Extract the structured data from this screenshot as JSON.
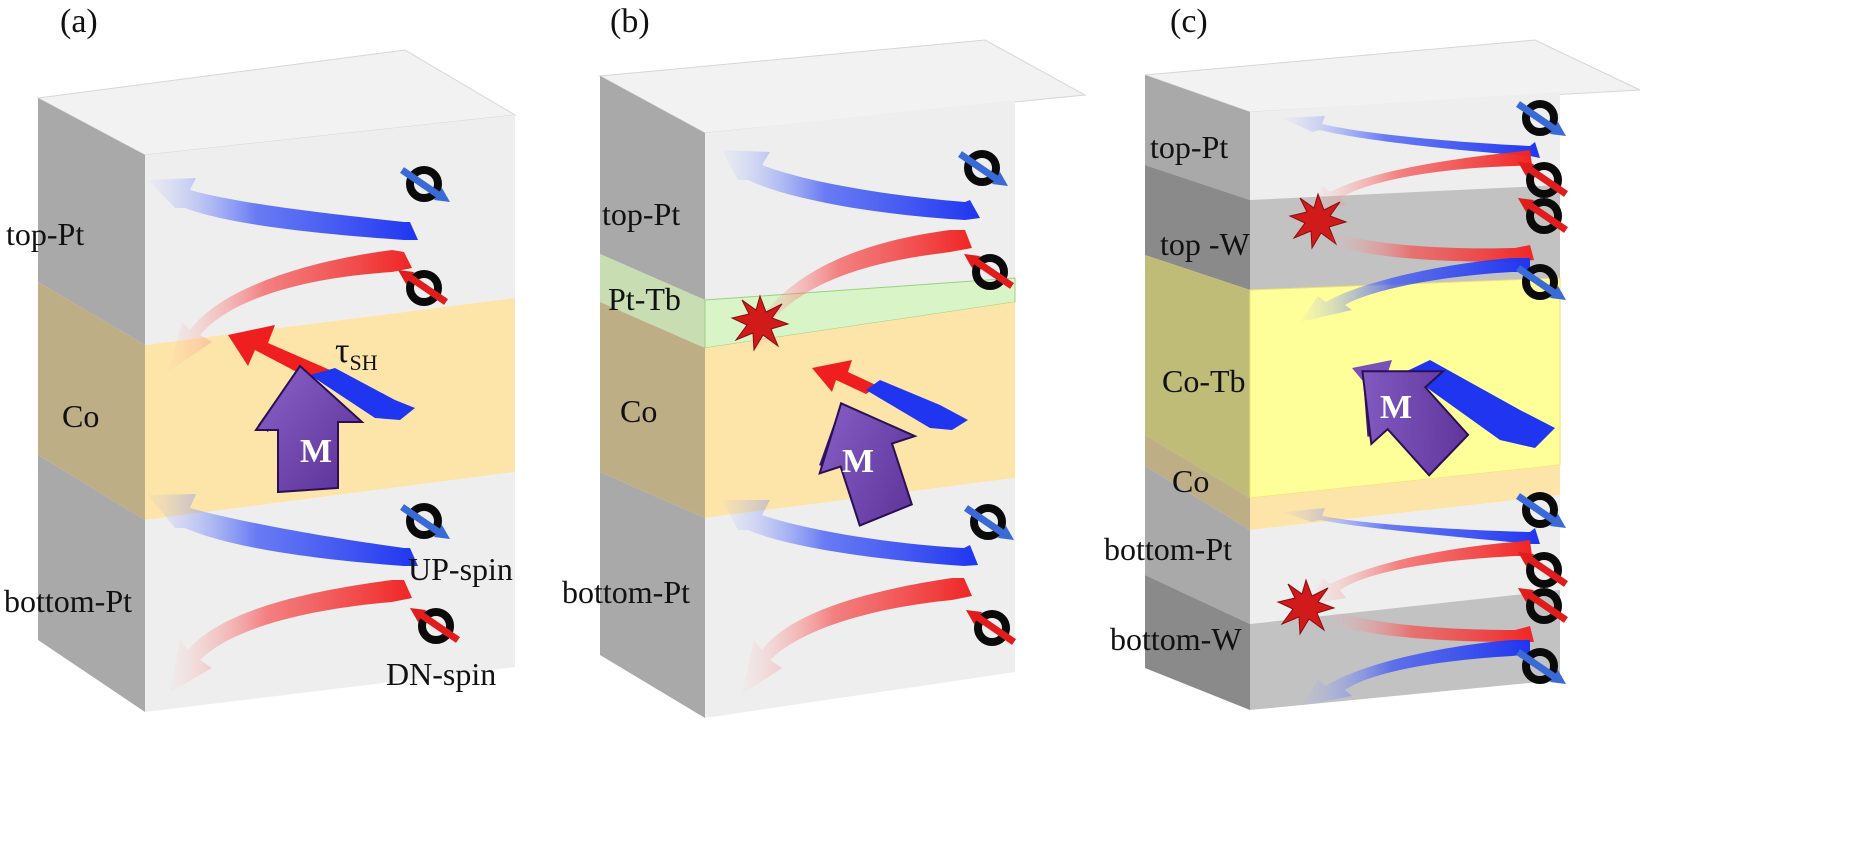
{
  "colors": {
    "pt_layer": "#eeeeee",
    "w_layer": "#c2c2c2",
    "co_layer": "#fde4a9",
    "co_tb_layer": "#ffff99",
    "pt_tb_layer": "#d9f5c8",
    "up_spin": "#1f35f0",
    "dn_spin": "#f02525",
    "magnetization": "#6b3fa8",
    "interaction_star": "#d11a1a"
  },
  "panels": [
    {
      "label": "(a)",
      "layers": [
        "top-Pt",
        "Co",
        "bottom-Pt"
      ],
      "torque_label": "τ",
      "torque_subscript": "SH",
      "magnetization_label": "M",
      "spin_labels": {
        "up": "UP-spin",
        "down": "DN-spin"
      }
    },
    {
      "label": "(b)",
      "layers": [
        "top-Pt",
        "Pt-Tb",
        "Co",
        "bottom-Pt"
      ],
      "magnetization_label": "M"
    },
    {
      "label": "(c)",
      "layers": [
        "top-Pt",
        "top -W",
        "Co-Tb",
        "Co",
        "bottom-Pt",
        "bottom-W"
      ],
      "magnetization_label": "M"
    }
  ]
}
